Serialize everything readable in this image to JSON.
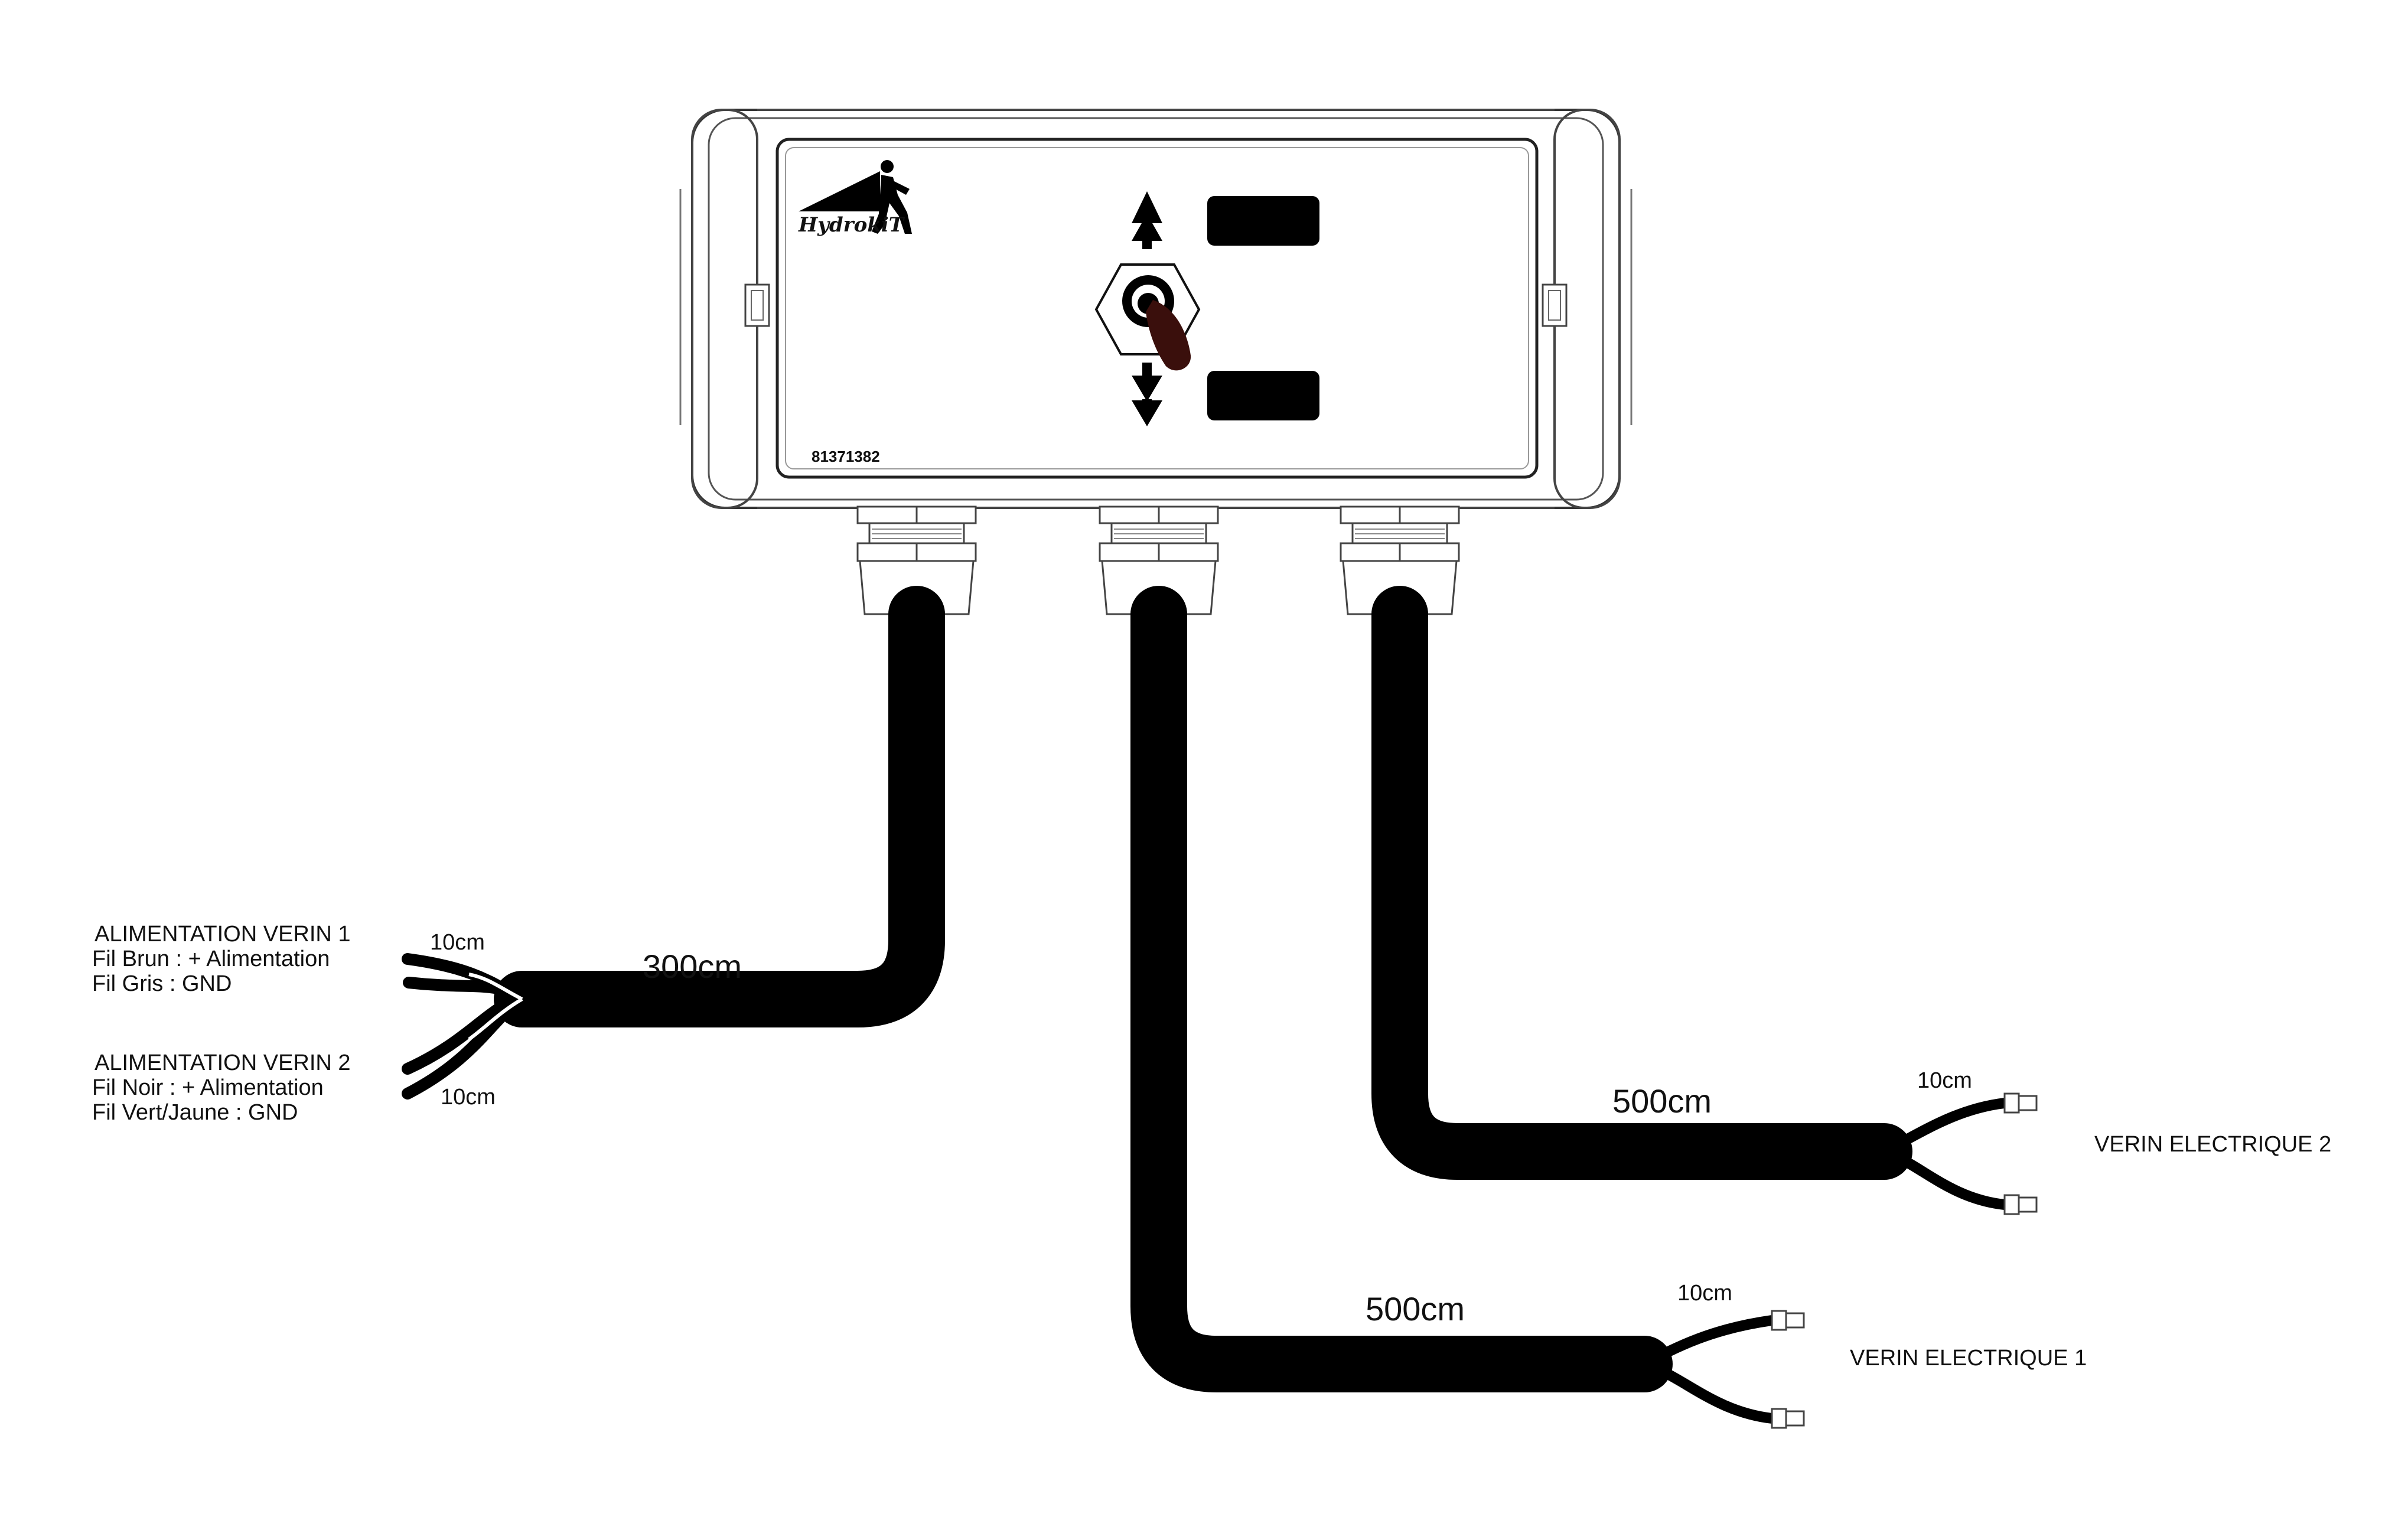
{
  "control_box": {
    "brand": "HydrokiT",
    "serial": "81371382"
  },
  "cables": {
    "supply": {
      "length_label": "300cm",
      "lead_top_label": "10cm",
      "lead_bottom_label": "10cm"
    },
    "actuator1": {
      "length_label": "500cm",
      "lead_label": "10cm",
      "target_label": "VERIN ELECTRIQUE 1"
    },
    "actuator2": {
      "length_label": "500cm",
      "lead_label": "10cm",
      "target_label": "VERIN ELECTRIQUE 2"
    }
  },
  "supply_notes": {
    "verin1": {
      "title": "ALIMENTATION VERIN 1",
      "line1": "Fil Brun : + Alimentation",
      "line2": "Fil Gris : GND"
    },
    "verin2": {
      "title": "ALIMENTATION VERIN 2",
      "line1": "Fil Noir : + Alimentation",
      "line2": "Fil Vert/Jaune : GND"
    }
  },
  "colors": {
    "cable": "#000000",
    "outline": "#333333",
    "toggle_lever": "#3a0f0c",
    "background": "#ffffff"
  },
  "icons": [
    "arrow-up-icon",
    "arrow-down-icon",
    "toggle-switch-icon",
    "hydrokit-logo"
  ]
}
